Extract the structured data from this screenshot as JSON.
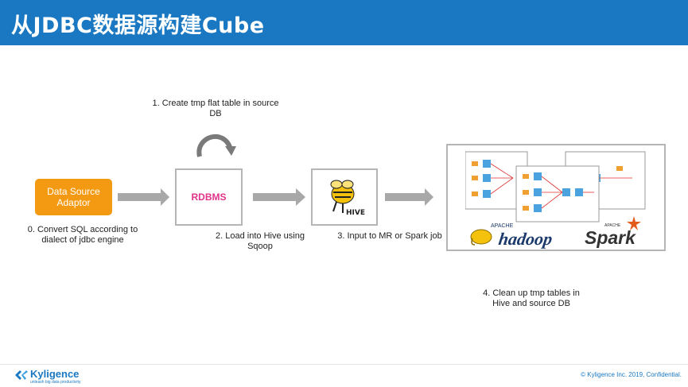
{
  "header": {
    "title": "从JDBC数据源构建Cube"
  },
  "diagram": {
    "datasource_label_line1": "Data Source",
    "datasource_label_line2": "Adaptor",
    "rdbms_label": "RDBMS",
    "hive_logo_text": "HIVE",
    "cluster": {
      "apache_hadoop": "APACHE",
      "hadoop": "hadoop",
      "apache_spark": "APACHE",
      "spark": "Spark"
    },
    "captions": {
      "step0": [
        "0. Convert SQL according to",
        "dialect of jdbc engine"
      ],
      "step1": [
        "1. Create tmp flat table in source",
        "DB"
      ],
      "step2": [
        "2. Load into Hive using",
        "Sqoop"
      ],
      "step3": "3. Input to MR or Spark job",
      "step4": [
        "4. Clean up tmp tables in",
        "Hive and source DB"
      ]
    }
  },
  "footer": {
    "logo_name": "Kyligence",
    "logo_tagline": "unleash big data productivity",
    "copyright": "© Kyligence Inc. 2019, Confidential."
  },
  "colors": {
    "header_blue": "#1a78c2",
    "orange": "#f39a12",
    "rdbms_pink": "#e0338a",
    "arrow_gray": "#a8a8a8"
  }
}
